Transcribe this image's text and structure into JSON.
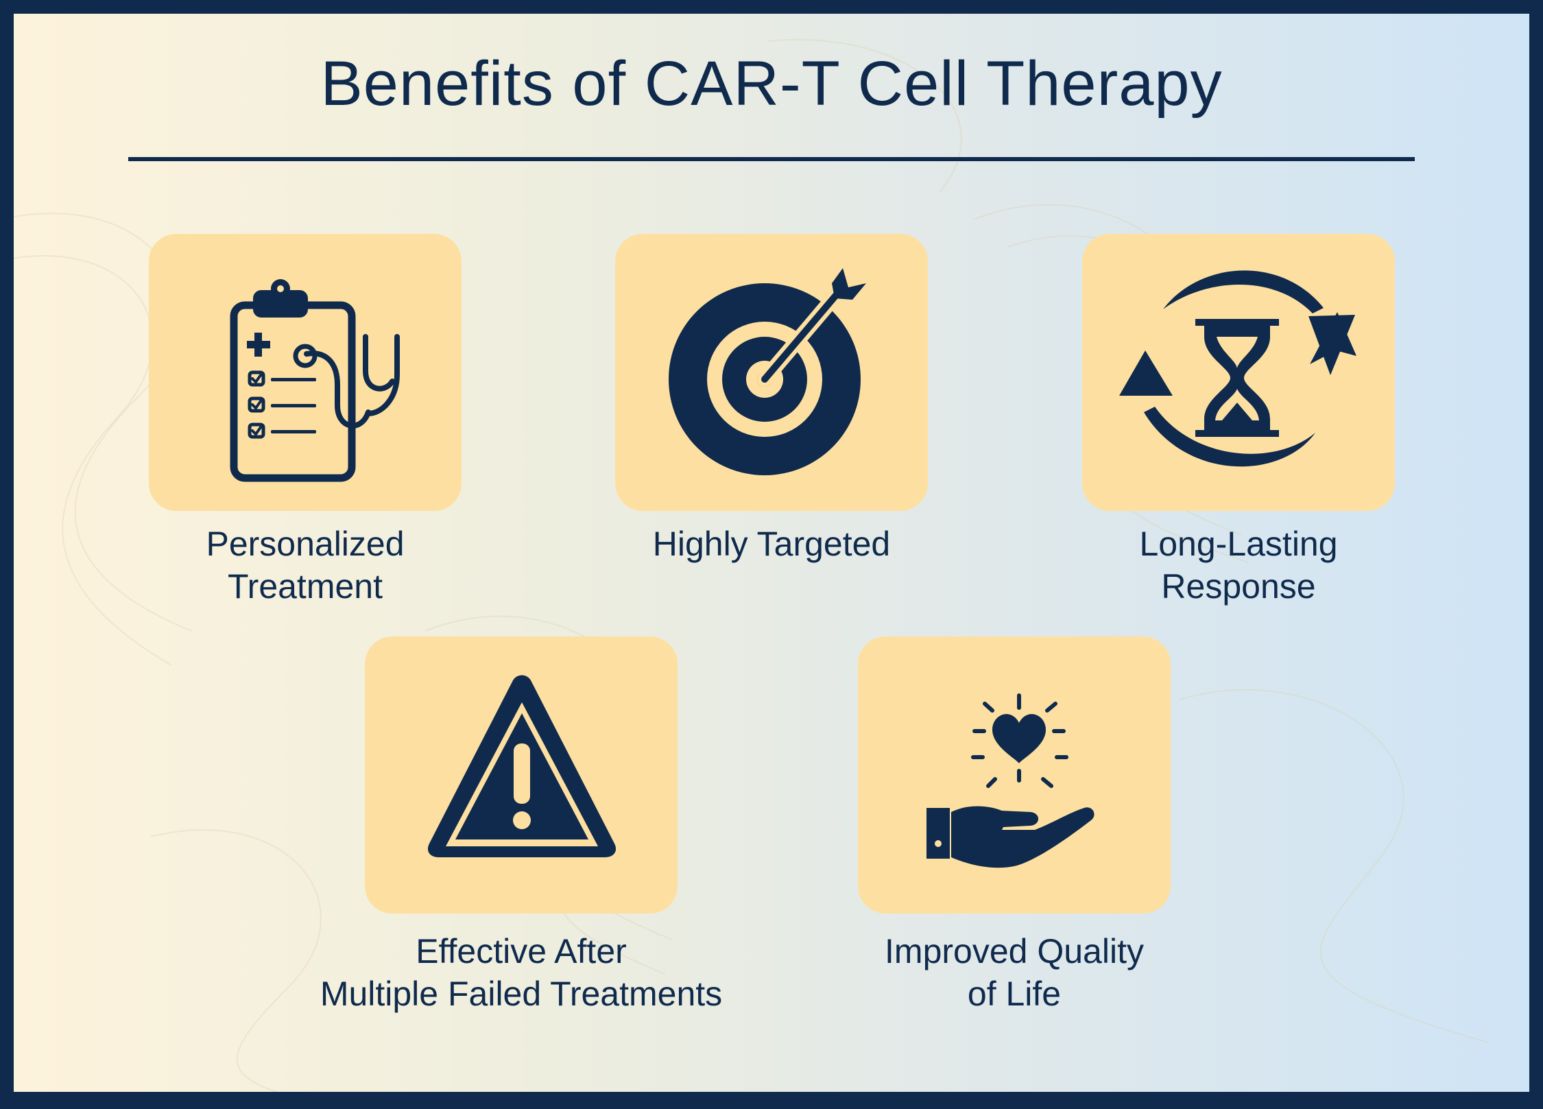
{
  "title": "Benefits of CAR-T Cell Therapy",
  "colors": {
    "navy": "#0f2a4c",
    "card": "#fde0a1",
    "background_left": "#fdf3dc",
    "background_right": "#cfe4f6"
  },
  "benefits": [
    {
      "icon": "clipboard-stethoscope-icon",
      "lines": [
        "Personalized",
        "Treatment"
      ]
    },
    {
      "icon": "target-arrow-icon",
      "lines": [
        "Highly Targeted"
      ]
    },
    {
      "icon": "hourglass-cycle-icon",
      "lines": [
        "Long-Lasting",
        "Response"
      ]
    },
    {
      "icon": "warning-triangle-icon",
      "lines": [
        "Effective After",
        "Multiple Failed Treatments"
      ]
    },
    {
      "icon": "hand-heart-icon",
      "lines": [
        "Improved Quality",
        "of Life"
      ]
    }
  ]
}
